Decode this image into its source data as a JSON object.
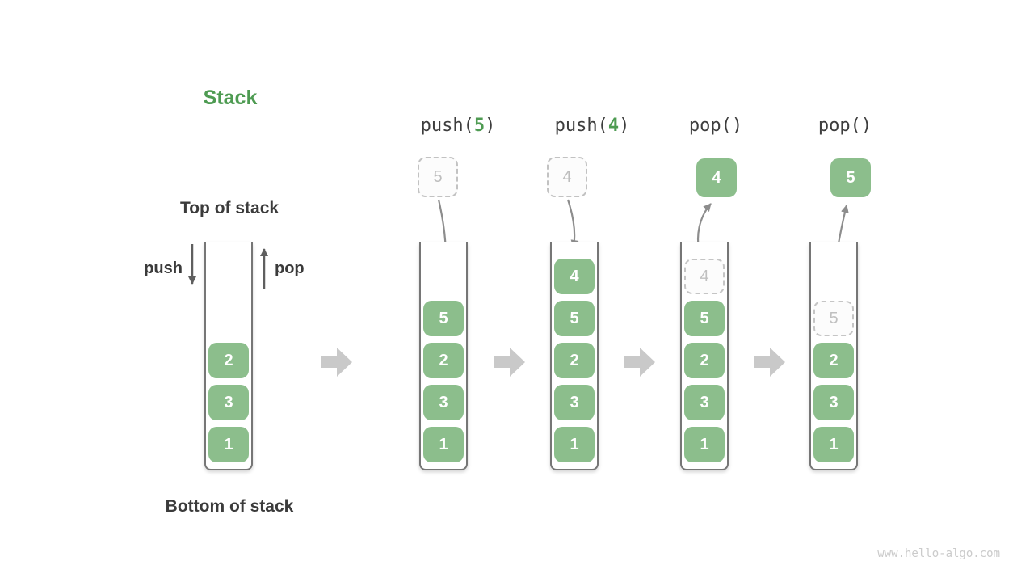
{
  "labels": {
    "title": "Stack",
    "top_of_stack": "Top of stack",
    "bottom_of_stack": "Bottom of stack",
    "push": "push",
    "pop": "pop"
  },
  "operations": [
    {
      "name": "push-5",
      "pre": "push(",
      "arg": "5",
      "post": ")"
    },
    {
      "name": "push-4",
      "pre": "push(",
      "arg": "4",
      "post": ")"
    },
    {
      "name": "pop-1",
      "pre": "pop()",
      "arg": "",
      "post": ""
    },
    {
      "name": "pop-2",
      "pre": "pop()",
      "arg": "",
      "post": ""
    }
  ],
  "floating": {
    "push5_value": "5",
    "push4_value": "4",
    "pop1_value": "4",
    "pop2_value": "5"
  },
  "stacks": [
    {
      "name": "initial",
      "cells": [
        {
          "value": "2"
        },
        {
          "value": "3"
        },
        {
          "value": "1"
        }
      ]
    },
    {
      "name": "after-push-5",
      "cells": [
        {
          "value": "5"
        },
        {
          "value": "2"
        },
        {
          "value": "3"
        },
        {
          "value": "1"
        }
      ]
    },
    {
      "name": "after-push-4",
      "cells": [
        {
          "value": "4"
        },
        {
          "value": "5"
        },
        {
          "value": "2"
        },
        {
          "value": "3"
        },
        {
          "value": "1"
        }
      ]
    },
    {
      "name": "after-pop-1",
      "ghost": "4",
      "cells": [
        {
          "value": "5"
        },
        {
          "value": "2"
        },
        {
          "value": "3"
        },
        {
          "value": "1"
        }
      ]
    },
    {
      "name": "after-pop-2",
      "ghost": "5",
      "cells": [
        {
          "value": "2"
        },
        {
          "value": "3"
        },
        {
          "value": "1"
        }
      ]
    }
  ],
  "watermark": "www.hello-algo.com",
  "colors": {
    "cell_green": "#8CBE8C",
    "accent_green": "#4E9B52",
    "text_dark": "#3b3b3b",
    "container_border": "#767676",
    "ghost_gray": "#c2c2c2",
    "flow_arrow_gray": "#8d8d8d",
    "push_pop_arrow_gray": "#5f5f5f",
    "block_arrow_gray": "#c9c9c9",
    "watermark_gray": "#cbcbcb"
  }
}
